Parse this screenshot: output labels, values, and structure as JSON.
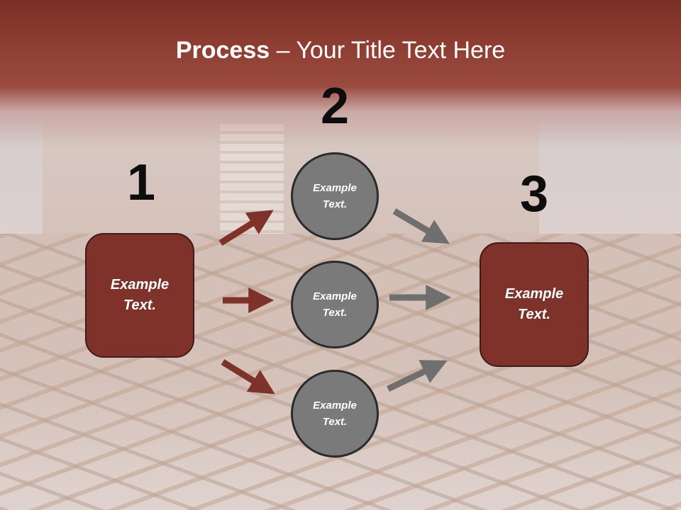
{
  "slide": {
    "title_bold": "Process",
    "title_rest": " – Your Title Text Here"
  },
  "steps": {
    "step1": {
      "number": "1",
      "text": "Example Text."
    },
    "step2": {
      "number": "2",
      "circles": [
        {
          "text": "Example Text."
        },
        {
          "text": "Example Text."
        },
        {
          "text": "Example Text."
        }
      ]
    },
    "step3": {
      "number": "3",
      "text": "Example Text."
    }
  },
  "colors": {
    "title_band": "#8e3d31",
    "box_fill": "#7e3229",
    "circle_fill": "#7a7a7a",
    "red_arrow": "#7e3229",
    "gray_arrow": "#6f6f6f"
  }
}
